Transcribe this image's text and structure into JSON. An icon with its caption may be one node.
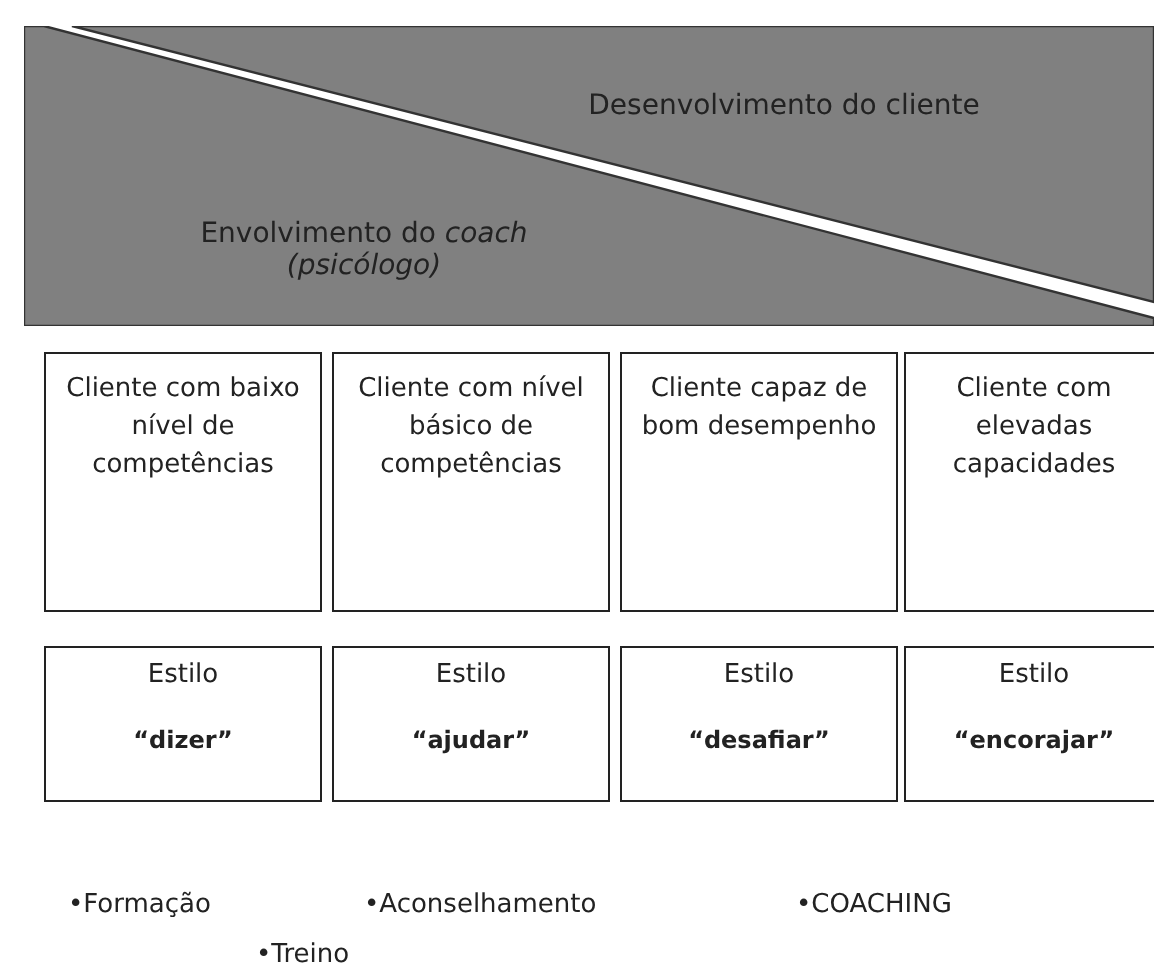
{
  "diagram": {
    "nodes": [
      {
        "text": [
          "Desenvolvimento do cliente"
        ]
      },
      {
        "text": [
          "Envolvimento do *coach* *(psicólogo)*"
        ]
      },
      {
        "text": [
          "Cliente com baixo  nível de competências"
        ]
      },
      {
        "text": [
          "Cliente com nível básico de competências"
        ]
      },
      {
        "text": [
          "Cliente capaz de bom desempenho"
        ]
      },
      {
        "text": [
          "Cliente com elevadas capacidades"
        ]
      },
      {
        "text": [
          "Estilo",
          "“dizer”"
        ]
      },
      {
        "text": [
          "Estilo",
          "“ajudar”"
        ]
      },
      {
        "text": [
          "Estilo",
          "“desafiar”"
        ]
      },
      {
        "text": [
          "Estilo",
          "“encorajar”"
        ]
      }
    ],
    "edges": [],
    "labels": [
      "•Formação",
      "•Aconselhamento",
      "•COACHING",
      "•Treino"
    ]
  }
}
